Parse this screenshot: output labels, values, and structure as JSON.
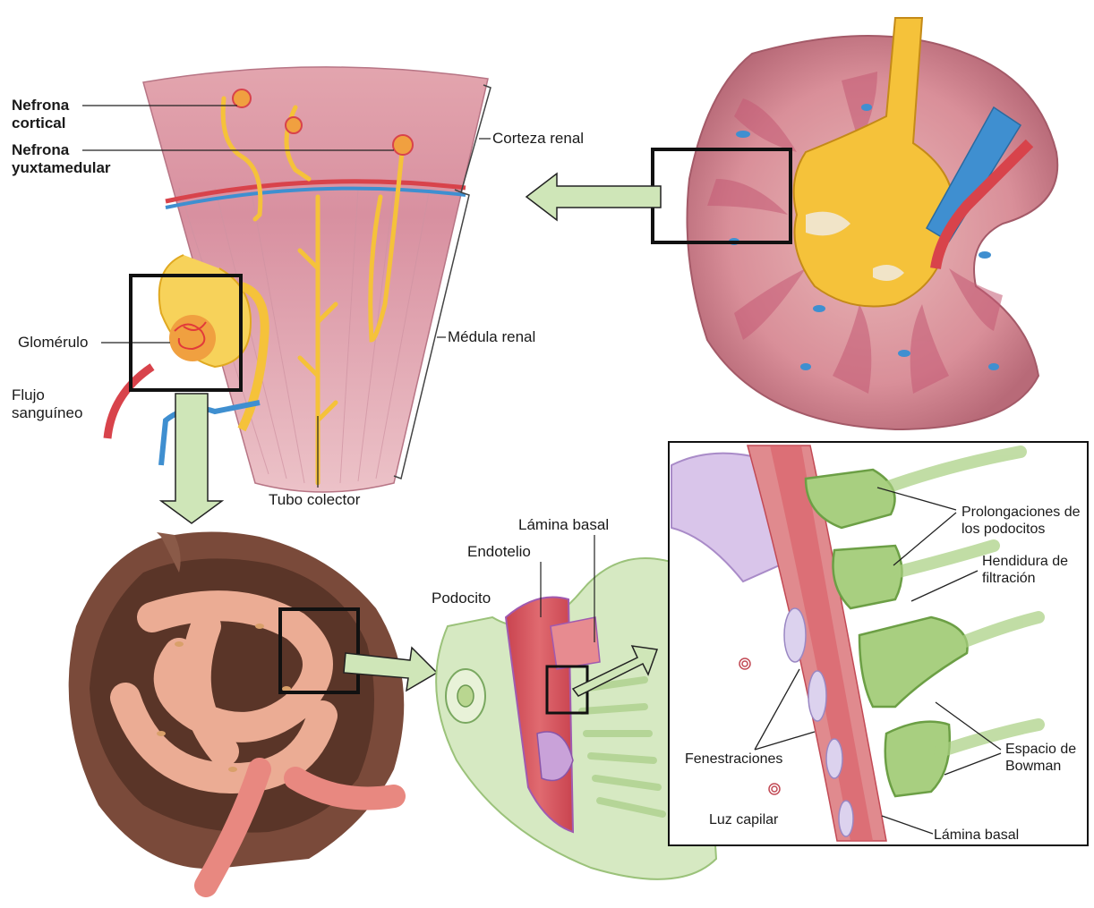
{
  "labels": {
    "nefrona_cortical": "Nefrona cortical",
    "nefrona_yuxtamedular": "Nefrona yuxtamedular",
    "corteza_renal": "Corteza renal",
    "glomerulo": "Glomérulo",
    "medula_renal": "Médula renal",
    "flujo_sanguineo": "Flujo sanguíneo",
    "tubo_colector": "Tubo colector",
    "lamina_basal_top": "Lámina basal",
    "endotelio": "Endotelio",
    "podocito": "Podocito",
    "prolongaciones": "Prolongaciones de los podocitos",
    "hendidura": "Hendidura de filtración",
    "fenestraciones": "Fenestraciones",
    "espacio_bowman": "Espacio de Bowman",
    "luz_capilar": "Luz capilar",
    "lamina_basal_inset": "Lámina basal"
  },
  "colors": {
    "cortex_pink": "#d98a9a",
    "medulla_pink": "#e8b0bb",
    "pelvis_yellow": "#f5c23a",
    "artery_red": "#d8434b",
    "vein_blue": "#3f8fd0",
    "capsule_brown": "#7a4a3a",
    "capillary_pink": "#f0a08a",
    "podocyte_green": "#a8cf80",
    "membrane_red": "#d6505a",
    "arrow_green": "#cfe6b8",
    "frame_black": "#111111"
  }
}
